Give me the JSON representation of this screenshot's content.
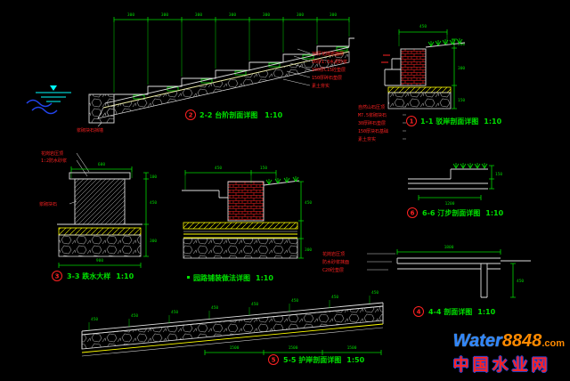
{
  "colors": {
    "line_green": "#00d800",
    "annotation_red": "#ff2222",
    "layer_yellow": "#ffff00",
    "water_cyan": "#00ffff",
    "water_blue": "#2244ee",
    "stone_gray": "#9f9f9f",
    "logo_blue": "#2e86ff",
    "logo_orange": "#ff8a00",
    "site_red": "#ff2222"
  },
  "steps": {
    "bubble": "2",
    "caption": "2-2 台阶剖面详图",
    "scale": "1:10",
    "top_dims": [
      "300",
      "300",
      "300",
      "300",
      "300",
      "300",
      "300"
    ],
    "right_callouts": [
      "30厚花岗岩面层",
      "30厚1:3水泥砂浆",
      "100厚C15砼垫层",
      "150厚碎石垫层",
      "素土夯实"
    ],
    "bottom_callout": "浆砌块石挡墙"
  },
  "bank": {
    "bubble": "1",
    "caption": "1-1 驳岸剖面详图",
    "scale": "1:10",
    "top_dim": "450",
    "right_dims": [
      "200",
      "300",
      "150"
    ],
    "callouts": [
      "自然山石压顶",
      "M7.5浆砌块石",
      "30厚碎石垫层",
      "150厚块石基础",
      "素土夯实"
    ]
  },
  "weir": {
    "bubble": "3",
    "caption": "3-3 跌水大样",
    "scale": "1:10",
    "top_callouts": [
      "花岗岩压顶",
      "1:2防水砂浆"
    ],
    "left_callout": "浆砌块石",
    "top_dim": "600",
    "right_dims": [
      "100",
      "450",
      "300"
    ],
    "bottom_dim": "900"
  },
  "paving": {
    "caption": "园路铺装做法详图",
    "scale": "1:10",
    "top_dims": [
      "450",
      "150"
    ],
    "right_dims": [
      "450",
      "300"
    ]
  },
  "stepping": {
    "bubble": "6",
    "caption": "6-6 汀步剖面详图",
    "scale": "1:10",
    "right_dim": "150",
    "bottom_dim": "1200"
  },
  "pool": {
    "bubble": "4",
    "caption": "4-4 剖面详图",
    "scale": "1:10",
    "top_dim": "1800",
    "right_dim": "450",
    "callouts": [
      "花岗岩压顶",
      "防水砂浆抹面",
      "C20砼垫层"
    ]
  },
  "wall": {
    "bubble": "5",
    "caption": "5-5 护岸剖面详图",
    "scale": "1:50",
    "slope_labels": [
      "450",
      "450",
      "450",
      "450",
      "450",
      "450",
      "450",
      "450"
    ],
    "bottom_dims": [
      "1500",
      "1500",
      "1500"
    ]
  },
  "logo": {
    "brand": "Water",
    "brand_num": "8848",
    "brand_suffix": ".com",
    "site_name": "中国水业网"
  }
}
